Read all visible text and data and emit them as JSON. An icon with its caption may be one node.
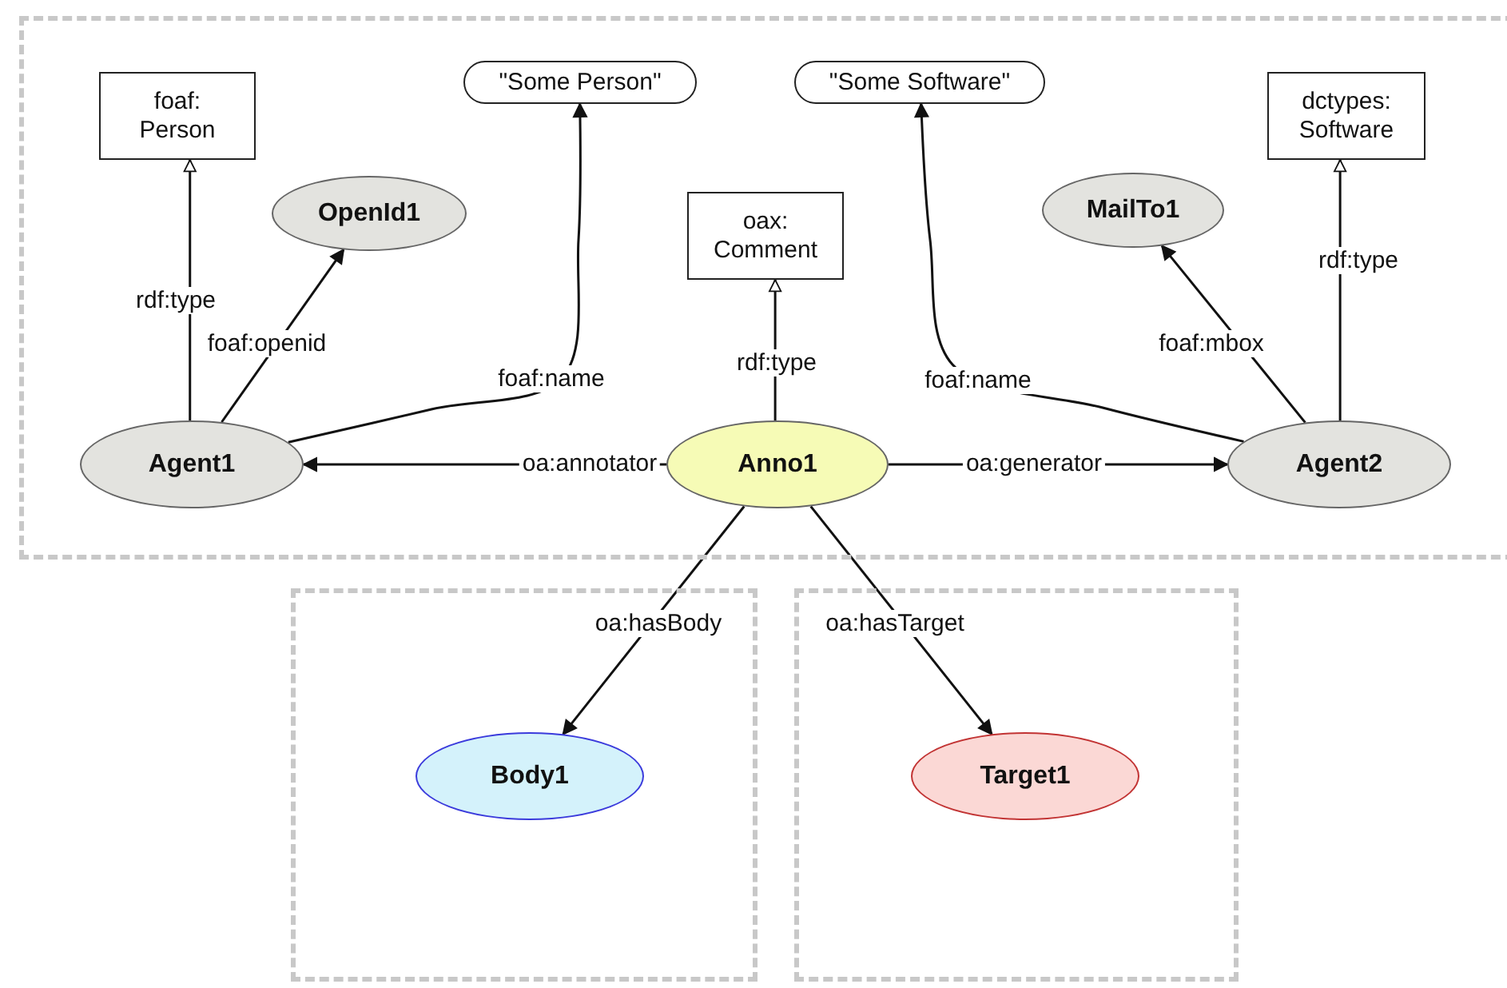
{
  "diagram": {
    "nodes": [
      {
        "text": [],
        "shape": "box"
      },
      {
        "text": [
          "foaf: Person"
        ],
        "in": 0
      },
      {
        "text": [
          "\"Some Person\""
        ],
        "in": 0
      },
      {
        "text": [
          "\"Some Software\""
        ],
        "in": 0
      },
      {
        "text": [
          "dctypes: Software"
        ],
        "in": 0
      },
      {
        "text": [
          "OpenId1"
        ],
        "in": 0
      },
      {
        "text": [
          "MailTo1"
        ],
        "in": 0
      },
      {
        "text": [
          "oax: Comment"
        ],
        "in": 0
      },
      {
        "text": [
          "Agent1"
        ],
        "in": 0
      },
      {
        "text": [
          "Anno1"
        ],
        "in": 0
      },
      {
        "text": [
          "Agent2"
        ],
        "in": 0
      },
      {
        "text": [],
        "shape": "box"
      },
      {
        "text": [],
        "shape": "box"
      },
      {
        "text": [
          "Body1"
        ],
        "in": 11
      },
      {
        "text": [
          "Target1"
        ],
        "in": 12
      }
    ],
    "edges": [
      {
        "from": 8,
        "to": 1,
        "arrow": "to",
        "label": "rdf:type"
      },
      {
        "from": 8,
        "to": 5,
        "arrow": "to",
        "label": "foaf:openid"
      },
      {
        "from": 8,
        "to": 2,
        "arrow": "to",
        "label": "foaf:name"
      },
      {
        "from": 9,
        "to": 7,
        "arrow": "to",
        "label": "rdf:type"
      },
      {
        "from": 9,
        "to": 8,
        "arrow": "to",
        "label": "oa:annotator"
      },
      {
        "from": 9,
        "to": 10,
        "arrow": "to",
        "label": "oa:generator"
      },
      {
        "from": 10,
        "to": 3,
        "arrow": "to",
        "label": "foaf:name"
      },
      {
        "from": 10,
        "to": 6,
        "arrow": "to",
        "label": "foaf:mbox"
      },
      {
        "from": 10,
        "to": 4,
        "arrow": "to",
        "label": "rdf:type"
      },
      {
        "from": 9,
        "to": 13,
        "arrow": "to",
        "label": "oa:hasBody"
      },
      {
        "from": 9,
        "to": 14,
        "arrow": "to",
        "label": "oa:hasTarget"
      }
    ]
  }
}
